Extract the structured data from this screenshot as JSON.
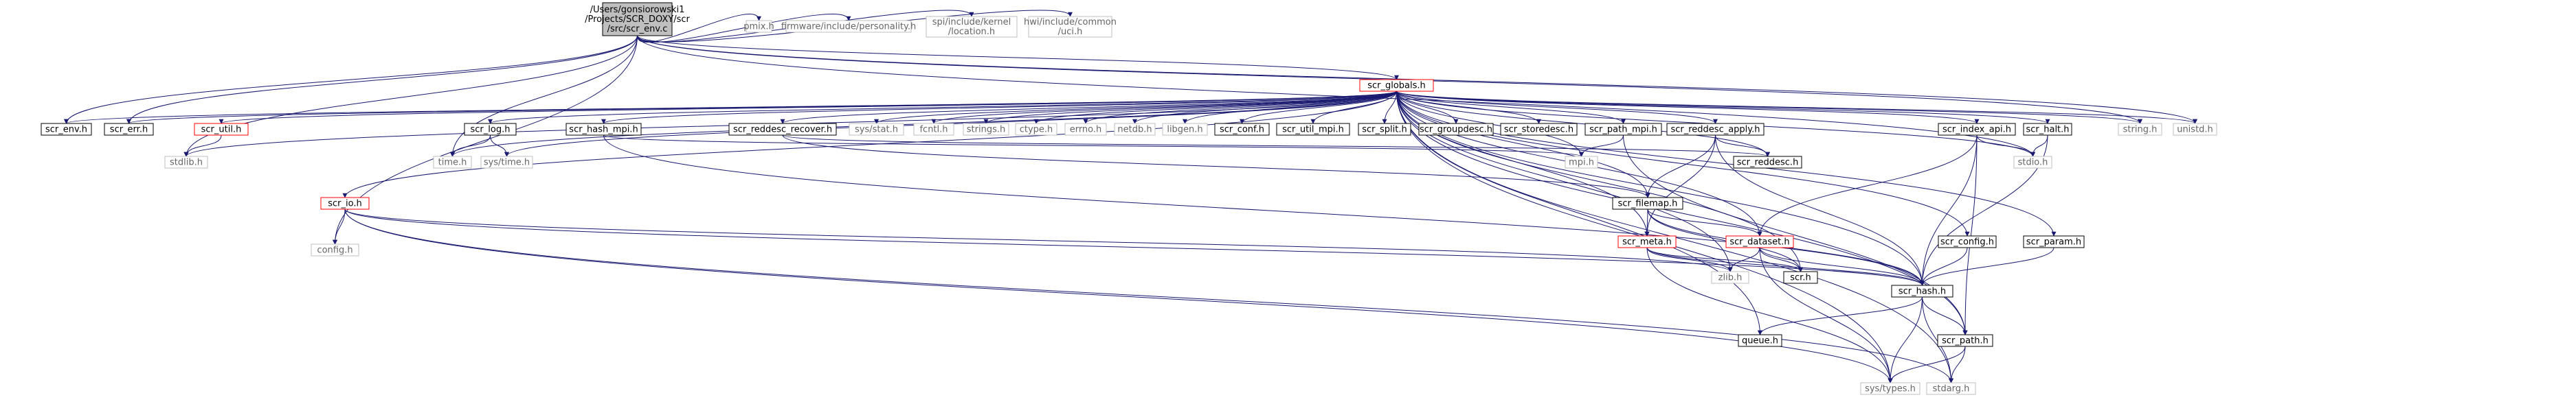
{
  "graph_title": "/Users/gonsiorowski1/Projects/SCR_DOXY/scr/src/scr_env.c",
  "colors": {
    "edge": "#191970",
    "root_fill": "#bfbfbf",
    "documented_border": "#000000",
    "external_border": "#bfbfbf",
    "truncated_border": "#ff0000",
    "text_dark": "#000000",
    "text_light": "#666666",
    "background": "#ffffff"
  },
  "nodes": [
    {
      "id": "root",
      "lines": [
        "/Users/gonsiorowski1",
        "/Projects/SCR_DOXY/scr",
        "/src/scr_env.c"
      ],
      "kind": "root"
    },
    {
      "id": "scr_globals",
      "lines": [
        "scr_globals.h"
      ],
      "kind": "truncated"
    },
    {
      "id": "pmix",
      "lines": [
        "pmix.h"
      ],
      "kind": "external"
    },
    {
      "id": "personality",
      "lines": [
        "firmware/include/personality.h"
      ],
      "kind": "external"
    },
    {
      "id": "kernel_location",
      "lines": [
        "spi/include/kernel",
        "/location.h"
      ],
      "kind": "external"
    },
    {
      "id": "hwi_uci",
      "lines": [
        "hwi/include/common",
        "/uci.h"
      ],
      "kind": "external"
    },
    {
      "id": "scr_env_h",
      "lines": [
        "scr_env.h"
      ],
      "kind": "documented"
    },
    {
      "id": "scr_err_h",
      "lines": [
        "scr_err.h"
      ],
      "kind": "documented"
    },
    {
      "id": "scr_util_h",
      "lines": [
        "scr_util.h"
      ],
      "kind": "truncated"
    },
    {
      "id": "scr_log_h",
      "lines": [
        "scr_log.h"
      ],
      "kind": "documented"
    },
    {
      "id": "scr_hash_mpi_h",
      "lines": [
        "scr_hash_mpi.h"
      ],
      "kind": "documented"
    },
    {
      "id": "scr_reddesc_recover_h",
      "lines": [
        "scr_reddesc_recover.h"
      ],
      "kind": "documented"
    },
    {
      "id": "sys_stat",
      "lines": [
        "sys/stat.h"
      ],
      "kind": "external"
    },
    {
      "id": "fcntl",
      "lines": [
        "fcntl.h"
      ],
      "kind": "external"
    },
    {
      "id": "strings",
      "lines": [
        "strings.h"
      ],
      "kind": "external"
    },
    {
      "id": "ctype",
      "lines": [
        "ctype.h"
      ],
      "kind": "external"
    },
    {
      "id": "errno",
      "lines": [
        "errno.h"
      ],
      "kind": "external"
    },
    {
      "id": "netdb",
      "lines": [
        "netdb.h"
      ],
      "kind": "external"
    },
    {
      "id": "libgen",
      "lines": [
        "libgen.h"
      ],
      "kind": "external"
    },
    {
      "id": "scr_conf_h",
      "lines": [
        "scr_conf.h"
      ],
      "kind": "documented"
    },
    {
      "id": "scr_util_mpi_h",
      "lines": [
        "scr_util_mpi.h"
      ],
      "kind": "documented"
    },
    {
      "id": "scr_split_h",
      "lines": [
        "scr_split.h"
      ],
      "kind": "documented"
    },
    {
      "id": "scr_groupdesc_h",
      "lines": [
        "scr_groupdesc.h"
      ],
      "kind": "documented"
    },
    {
      "id": "scr_storedesc_h",
      "lines": [
        "scr_storedesc.h"
      ],
      "kind": "documented"
    },
    {
      "id": "scr_path_mpi_h",
      "lines": [
        "scr_path_mpi.h"
      ],
      "kind": "documented"
    },
    {
      "id": "scr_reddesc_apply_h",
      "lines": [
        "scr_reddesc_apply.h"
      ],
      "kind": "documented"
    },
    {
      "id": "scr_index_api_h",
      "lines": [
        "scr_index_api.h"
      ],
      "kind": "documented"
    },
    {
      "id": "scr_halt_h",
      "lines": [
        "scr_halt.h"
      ],
      "kind": "documented"
    },
    {
      "id": "string_h",
      "lines": [
        "string.h"
      ],
      "kind": "external"
    },
    {
      "id": "unistd_h",
      "lines": [
        "unistd.h"
      ],
      "kind": "external"
    },
    {
      "id": "stdlib_h",
      "lines": [
        "stdlib.h"
      ],
      "kind": "external"
    },
    {
      "id": "time_h",
      "lines": [
        "time.h"
      ],
      "kind": "external"
    },
    {
      "id": "sys_time",
      "lines": [
        "sys/time.h"
      ],
      "kind": "external"
    },
    {
      "id": "mpi_h",
      "lines": [
        "mpi.h"
      ],
      "kind": "external"
    },
    {
      "id": "scr_reddesc_h",
      "lines": [
        "scr_reddesc.h"
      ],
      "kind": "documented"
    },
    {
      "id": "stdio_h",
      "lines": [
        "stdio.h"
      ],
      "kind": "external"
    },
    {
      "id": "scr_io_h",
      "lines": [
        "scr_io.h"
      ],
      "kind": "truncated"
    },
    {
      "id": "scr_filemap_h",
      "lines": [
        "scr_filemap.h"
      ],
      "kind": "documented"
    },
    {
      "id": "config_h",
      "lines": [
        "config.h"
      ],
      "kind": "external"
    },
    {
      "id": "scr_meta_h",
      "lines": [
        "scr_meta.h"
      ],
      "kind": "truncated"
    },
    {
      "id": "scr_dataset_h",
      "lines": [
        "scr_dataset.h"
      ],
      "kind": "truncated"
    },
    {
      "id": "scr_config_h",
      "lines": [
        "scr_config.h"
      ],
      "kind": "documented"
    },
    {
      "id": "scr_param_h",
      "lines": [
        "scr_param.h"
      ],
      "kind": "documented"
    },
    {
      "id": "zlib_h",
      "lines": [
        "zlib.h"
      ],
      "kind": "external"
    },
    {
      "id": "scr_h",
      "lines": [
        "scr.h"
      ],
      "kind": "documented"
    },
    {
      "id": "scr_hash_h",
      "lines": [
        "scr_hash.h"
      ],
      "kind": "documented"
    },
    {
      "id": "queue_h",
      "lines": [
        "queue.h"
      ],
      "kind": "documented"
    },
    {
      "id": "scr_path_h",
      "lines": [
        "scr_path.h"
      ],
      "kind": "documented"
    },
    {
      "id": "sys_types",
      "lines": [
        "sys/types.h"
      ],
      "kind": "external"
    },
    {
      "id": "stdarg_h",
      "lines": [
        "stdarg.h"
      ],
      "kind": "external"
    }
  ],
  "edges": [
    [
      "root",
      "scr_globals"
    ],
    [
      "root",
      "pmix"
    ],
    [
      "root",
      "personality"
    ],
    [
      "root",
      "kernel_location"
    ],
    [
      "root",
      "hwi_uci"
    ],
    [
      "root",
      "scr_env_h"
    ],
    [
      "root",
      "scr_err_h"
    ],
    [
      "root",
      "stdlib_h"
    ],
    [
      "root",
      "time_h"
    ],
    [
      "root",
      "config_h"
    ],
    [
      "root",
      "string_h"
    ],
    [
      "root",
      "unistd_h"
    ],
    [
      "root",
      "stdio_h"
    ],
    [
      "scr_globals",
      "scr_env_h"
    ],
    [
      "scr_globals",
      "scr_err_h"
    ],
    [
      "scr_globals",
      "scr_util_h"
    ],
    [
      "scr_globals",
      "scr_log_h"
    ],
    [
      "scr_globals",
      "scr_hash_mpi_h"
    ],
    [
      "scr_globals",
      "scr_reddesc_recover_h"
    ],
    [
      "scr_globals",
      "sys_stat"
    ],
    [
      "scr_globals",
      "fcntl"
    ],
    [
      "scr_globals",
      "strings"
    ],
    [
      "scr_globals",
      "ctype"
    ],
    [
      "scr_globals",
      "errno"
    ],
    [
      "scr_globals",
      "netdb"
    ],
    [
      "scr_globals",
      "libgen"
    ],
    [
      "scr_globals",
      "scr_conf_h"
    ],
    [
      "scr_globals",
      "scr_util_mpi_h"
    ],
    [
      "scr_globals",
      "scr_split_h"
    ],
    [
      "scr_globals",
      "scr_groupdesc_h"
    ],
    [
      "scr_globals",
      "scr_storedesc_h"
    ],
    [
      "scr_globals",
      "scr_path_mpi_h"
    ],
    [
      "scr_globals",
      "scr_reddesc_apply_h"
    ],
    [
      "scr_globals",
      "scr_index_api_h"
    ],
    [
      "scr_globals",
      "scr_halt_h"
    ],
    [
      "scr_globals",
      "string_h"
    ],
    [
      "scr_globals",
      "unistd_h"
    ],
    [
      "scr_globals",
      "stdlib_h"
    ],
    [
      "scr_globals",
      "time_h"
    ],
    [
      "scr_globals",
      "sys_time"
    ],
    [
      "scr_globals",
      "mpi_h"
    ],
    [
      "scr_globals",
      "scr_reddesc_h"
    ],
    [
      "scr_globals",
      "stdio_h"
    ],
    [
      "scr_globals",
      "scr_io_h"
    ],
    [
      "scr_globals",
      "scr_filemap_h"
    ],
    [
      "scr_globals",
      "scr_meta_h"
    ],
    [
      "scr_globals",
      "scr_dataset_h"
    ],
    [
      "scr_globals",
      "scr_config_h"
    ],
    [
      "scr_globals",
      "scr_param_h"
    ],
    [
      "scr_globals",
      "zlib_h"
    ],
    [
      "scr_globals",
      "scr_h"
    ],
    [
      "scr_globals",
      "scr_hash_h"
    ],
    [
      "scr_globals",
      "queue_h"
    ],
    [
      "scr_globals",
      "scr_path_h"
    ],
    [
      "scr_globals",
      "sys_types"
    ],
    [
      "scr_globals",
      "stdarg_h"
    ],
    [
      "scr_util_h",
      "stdlib_h"
    ],
    [
      "scr_log_h",
      "time_h"
    ],
    [
      "scr_log_h",
      "sys_time"
    ],
    [
      "scr_hash_mpi_h",
      "mpi_h"
    ],
    [
      "scr_hash_mpi_h",
      "scr_hash_h"
    ],
    [
      "scr_reddesc_recover_h",
      "scr_reddesc_h"
    ],
    [
      "scr_reddesc_recover_h",
      "scr_filemap_h"
    ],
    [
      "scr_path_mpi_h",
      "mpi_h"
    ],
    [
      "scr_path_mpi_h",
      "scr_path_h"
    ],
    [
      "scr_reddesc_apply_h",
      "scr_reddesc_h"
    ],
    [
      "scr_reddesc_apply_h",
      "scr_filemap_h"
    ],
    [
      "scr_reddesc_apply_h",
      "scr_meta_h"
    ],
    [
      "scr_reddesc_apply_h",
      "scr_hash_h"
    ],
    [
      "scr_index_api_h",
      "stdio_h"
    ],
    [
      "scr_index_api_h",
      "scr_dataset_h"
    ],
    [
      "scr_index_api_h",
      "scr_hash_h"
    ],
    [
      "scr_index_api_h",
      "scr_path_h"
    ],
    [
      "scr_halt_h",
      "stdio_h"
    ],
    [
      "scr_halt_h",
      "scr_hash_h"
    ],
    [
      "scr_io_h",
      "config_h"
    ],
    [
      "scr_io_h",
      "zlib_h"
    ],
    [
      "scr_io_h",
      "sys_types"
    ],
    [
      "scr_io_h",
      "stdarg_h"
    ],
    [
      "scr_io_h",
      "scr_hash_h"
    ],
    [
      "scr_filemap_h",
      "scr_meta_h"
    ],
    [
      "scr_filemap_h",
      "scr_dataset_h"
    ],
    [
      "scr_filemap_h",
      "scr_h"
    ],
    [
      "scr_filemap_h",
      "scr_hash_h"
    ],
    [
      "scr_meta_h",
      "zlib_h"
    ],
    [
      "scr_meta_h",
      "scr_h"
    ],
    [
      "scr_meta_h",
      "scr_hash_h"
    ],
    [
      "scr_meta_h",
      "sys_types"
    ],
    [
      "scr_dataset_h",
      "zlib_h"
    ],
    [
      "scr_dataset_h",
      "scr_h"
    ],
    [
      "scr_dataset_h",
      "scr_hash_h"
    ],
    [
      "scr_dataset_h",
      "sys_types"
    ],
    [
      "scr_config_h",
      "scr_hash_h"
    ],
    [
      "scr_param_h",
      "scr_hash_h"
    ],
    [
      "scr_hash_h",
      "queue_h"
    ],
    [
      "scr_hash_h",
      "scr_path_h"
    ],
    [
      "scr_hash_h",
      "sys_types"
    ],
    [
      "scr_hash_h",
      "stdarg_h"
    ],
    [
      "scr_path_h",
      "sys_types"
    ],
    [
      "scr_path_h",
      "stdarg_h"
    ]
  ]
}
